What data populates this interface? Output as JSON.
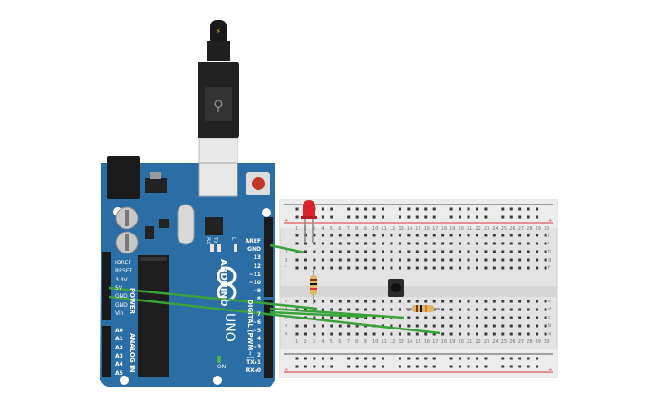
{
  "board": {
    "name": "ARDUINO",
    "model": "UNO",
    "section_digital": "DIGITAL (PWM~)",
    "section_power": "POWER",
    "section_analog": "ANALOG IN",
    "on_label": "ON",
    "tx_label": "TX",
    "rx_label": "RX",
    "l_label": "L",
    "power_pins": [
      "IOREF",
      "RESET",
      "3.3V",
      "5V",
      "GND",
      "GND",
      "Vin"
    ],
    "analog_pins": [
      "A0",
      "A1",
      "A2",
      "A3",
      "A4",
      "A5"
    ],
    "digital_top": [
      "AREF",
      "GND",
      "13",
      "12",
      "~11",
      "~10",
      "~9",
      "8"
    ],
    "digital_bottom": [
      "7",
      "~6",
      "~5",
      "4",
      "~3",
      "2",
      "TX▸1",
      "RX◂0"
    ]
  },
  "breadboard": {
    "columns": 30,
    "rows_top": [
      "j",
      "i",
      "h",
      "g",
      "f"
    ],
    "rows_bottom": [
      "e",
      "d",
      "c",
      "b",
      "a"
    ],
    "rail_plus": "+",
    "rail_minus": "-"
  },
  "colors": {
    "board": "#2b6ea6",
    "breadboard": "#e3e3e3",
    "wire": "#3aa23a",
    "led": "#d9232a",
    "rail_red": "#d33",
    "rail_black": "#444"
  },
  "components": {
    "led": "red-led",
    "resistor_1": "resistor",
    "resistor_2": "resistor",
    "button": "push-button",
    "usb": "usb-cable"
  }
}
